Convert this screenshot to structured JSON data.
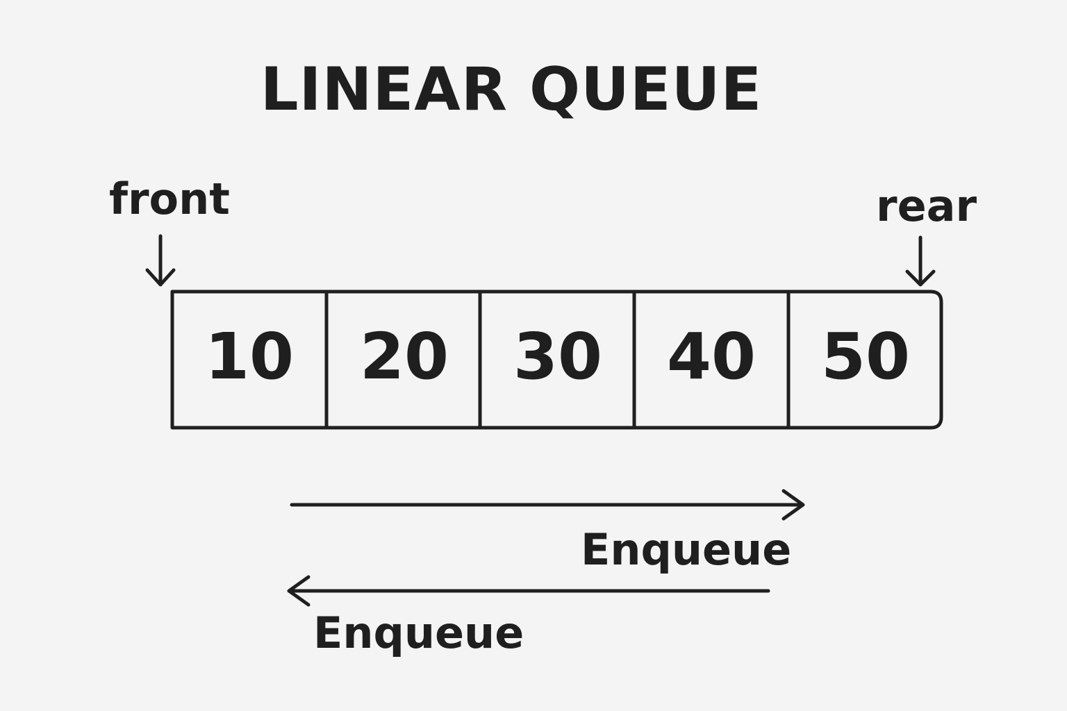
{
  "title": "LINEAR QUEUE",
  "front_label": "front",
  "rear_label": "rear",
  "queue_values": [
    "10",
    "20",
    "30",
    "40",
    "50"
  ],
  "arrows": {
    "right_label": "Enqueue",
    "left_label": "Enqueue"
  },
  "colors": {
    "background": "#f4f4f4",
    "ink": "#1f1f1f"
  }
}
